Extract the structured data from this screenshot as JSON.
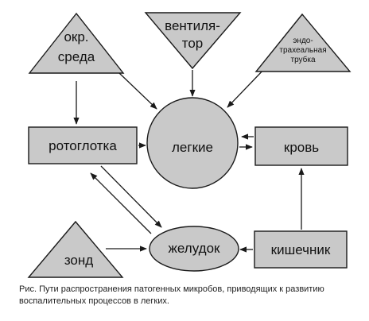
{
  "colors": {
    "shape_fill": "#c9c9c9",
    "stroke": "#1a1a1a",
    "text": "#111111",
    "background": "#ffffff"
  },
  "nodes": {
    "okr_sreda": {
      "shape": "triangle",
      "lines": [
        "окр.",
        "среда"
      ]
    },
    "ventilyator": {
      "shape": "triangle-inverted",
      "lines": [
        "вентиля-",
        "тор"
      ]
    },
    "trubka": {
      "shape": "triangle",
      "lines": [
        "эндо-",
        "трахеальная",
        "трубка"
      ]
    },
    "rotoglotka": {
      "shape": "rectangle",
      "lines": [
        "ротоглотка"
      ]
    },
    "legkie": {
      "shape": "circle",
      "lines": [
        "легкие"
      ]
    },
    "krov": {
      "shape": "rectangle",
      "lines": [
        "кровь"
      ]
    },
    "zond": {
      "shape": "triangle",
      "lines": [
        "зонд"
      ]
    },
    "zheludok": {
      "shape": "ellipse",
      "lines": [
        "желудок"
      ]
    },
    "kishechnik": {
      "shape": "rectangle",
      "lines": [
        "кишечник"
      ]
    }
  },
  "edges": [
    {
      "from": "okr_sreda",
      "to": "rotoglotka"
    },
    {
      "from": "okr_sreda",
      "to": "legkie"
    },
    {
      "from": "ventilyator",
      "to": "legkie"
    },
    {
      "from": "trubka",
      "to": "legkie"
    },
    {
      "from": "rotoglotka",
      "to": "legkie"
    },
    {
      "from": "krov",
      "to": "legkie"
    },
    {
      "from": "legkie",
      "to": "krov"
    },
    {
      "from": "rotoglotka",
      "to": "zheludok"
    },
    {
      "from": "zheludok",
      "to": "rotoglotka"
    },
    {
      "from": "zond",
      "to": "zheludok"
    },
    {
      "from": "kishechnik",
      "to": "zheludok"
    },
    {
      "from": "kishechnik",
      "to": "krov"
    }
  ],
  "caption": {
    "line1": "Рис.  Пути распространения патогенных микробов, приводящих к развитию",
    "line2": "воспалительных процессов в легких."
  }
}
